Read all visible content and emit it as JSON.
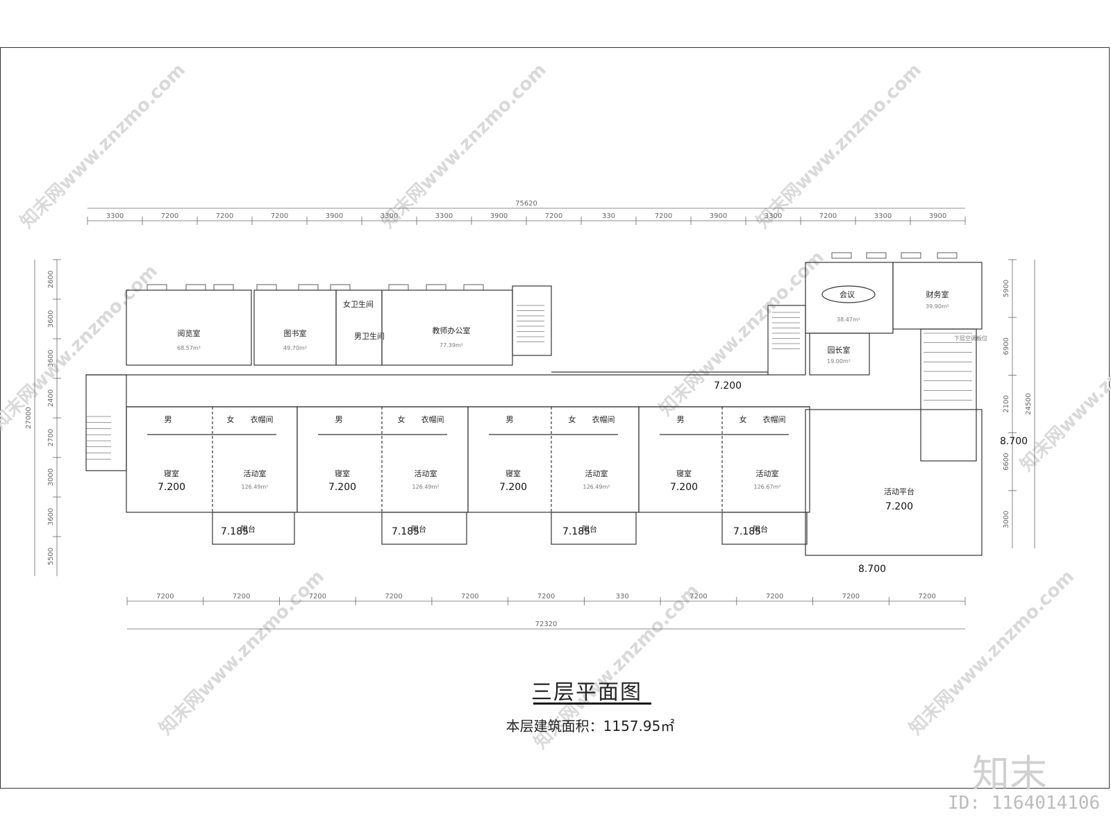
{
  "title": "三层平面图",
  "subtitle": "本层建筑面积：1157.95㎡",
  "brand": "知末",
  "id_label": "ID: 1164014106",
  "watermark": "知末网www.znzmo.com",
  "dims_top_total": "75620",
  "dims_top": [
    "3300",
    "7200",
    "7200",
    "7200",
    "3900",
    "3300",
    "3300",
    "3900",
    "7200",
    "330",
    "7200",
    "3900",
    "3300",
    "7200",
    "3300",
    "3900"
  ],
  "dims_bottom": [
    "7200",
    "7200",
    "7200",
    "7200",
    "7200",
    "7200",
    "330",
    "7200",
    "7200",
    "7200",
    "7200"
  ],
  "dims_bottom_total": "72320",
  "dims_left": [
    "2600",
    "3600",
    "3600",
    "2400",
    "2700",
    "3000",
    "3600",
    "5500"
  ],
  "dims_left_total": "27000",
  "dims_right": [
    "5900",
    "6900",
    "2100",
    "6600",
    "3000"
  ],
  "dims_right_total": "24500",
  "rooms_top": [
    {
      "name": "阅览室",
      "area": "68.57m²"
    },
    {
      "name": "图书室",
      "area": "49.70m²"
    },
    {
      "name": "女卫生间"
    },
    {
      "name": "男卫生间"
    },
    {
      "name": "教师办公室",
      "area": "77.39m²"
    },
    {
      "name": "会议",
      "area": "38.47m²"
    },
    {
      "name": "财务室",
      "area": "39.90m²"
    },
    {
      "name": "园长室",
      "area": "19.00m²"
    }
  ],
  "units": [
    {
      "male": "男",
      "female": "女",
      "closet": "衣帽间",
      "bedroom": "寝室",
      "activity": "活动室",
      "area": "126.49m²",
      "level": "7.200",
      "balcony": "阳台",
      "balcony_level": "7.185"
    },
    {
      "male": "男",
      "female": "女",
      "closet": "衣帽间",
      "bedroom": "寝室",
      "activity": "活动室",
      "area": "126.49m²",
      "level": "7.200",
      "balcony": "阳台",
      "balcony_level": "7.185"
    },
    {
      "male": "男",
      "female": "女",
      "closet": "衣帽间",
      "bedroom": "寝室",
      "activity": "活动室",
      "area": "126.49m²",
      "level": "7.200",
      "balcony": "阳台",
      "balcony_level": "7.185"
    },
    {
      "male": "男",
      "female": "女",
      "closet": "衣帽间",
      "bedroom": "寝室",
      "activity": "活动室",
      "area": "126.67m²",
      "level": "7.200",
      "balcony": "阳台",
      "balcony_level": "7.185"
    }
  ],
  "levels": {
    "corridor": "7.200",
    "platform_right": "8.700",
    "platform_bottom": "8.700",
    "platform": "7.200"
  },
  "platform_label": "活动平台",
  "stair_note": "下层空调板位"
}
